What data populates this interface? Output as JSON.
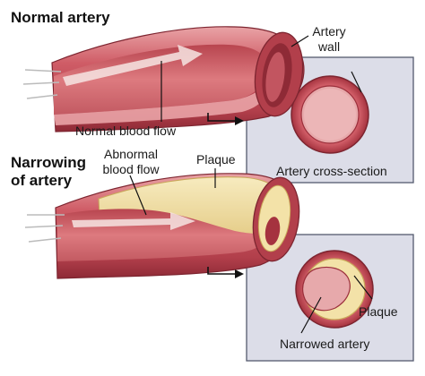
{
  "titles": {
    "normal": "Normal artery",
    "narrowing_line1": "Narrowing",
    "narrowing_line2": "of artery"
  },
  "labels": {
    "artery_wall_line1": "Artery",
    "artery_wall_line2": "wall",
    "normal_blood_flow": "Normal blood flow",
    "artery_cross_section": "Artery cross-section",
    "abnormal_line1": "Abnormal",
    "abnormal_line2": "blood flow",
    "plaque_top": "Plaque",
    "plaque_inset": "Plaque",
    "narrowed_artery": "Narrowed artery"
  },
  "colors": {
    "artery_outer": "#c7505a",
    "artery_dark": "#9b2f3b",
    "artery_light": "#e9a3a6",
    "lumen": "#d96d73",
    "plaque": "#f3e2a8",
    "plaque_edge": "#c9a85a",
    "inset_bg": "#dcdde8",
    "inset_border": "#555a6e"
  }
}
